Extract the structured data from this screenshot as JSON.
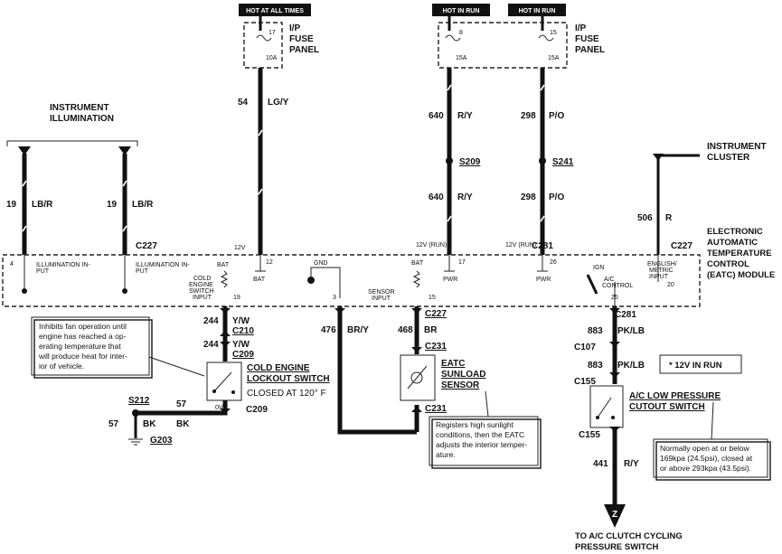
{
  "hot_labels": {
    "always": "HOT AT ALL TIMES",
    "run_left": "HOT IN RUN",
    "run_right": "HOT IN RUN"
  },
  "fuse_panels": {
    "left": {
      "title1": "I/P",
      "title2": "FUSE",
      "title3": "PANEL",
      "fuse_num": "17",
      "fuse_amp": "10A"
    },
    "right": {
      "title1": "I/P",
      "title2": "FUSE",
      "title3": "PANEL",
      "fuse_a_num": "8",
      "fuse_a_amp": "15A",
      "fuse_b_num": "15",
      "fuse_b_amp": "15A"
    }
  },
  "wires": {
    "w54_num": "54",
    "w54_color": "LG/Y",
    "w640a_num": "640",
    "w640a_color": "R/Y",
    "w298a_num": "298",
    "w298a_color": "P/O",
    "w640b_num": "640",
    "w640b_color": "R/Y",
    "w298b_num": "298",
    "w298b_color": "P/O",
    "w19a_num": "19",
    "w19a_color": "LB/R",
    "w19b_num": "19",
    "w19b_color": "LB/R",
    "w506_num": "506",
    "w506_color": "R",
    "w244a_num": "244",
    "w244a_color": "Y/W",
    "w244b_num": "244",
    "w244b_color": "Y/W",
    "w476_num": "476",
    "w476_color": "BR/Y",
    "w468_num": "468",
    "w468_color": "BR",
    "w883a_num": "883",
    "w883a_color": "PK/LB",
    "w883b_num": "883",
    "w883b_color": "PK/LB",
    "w441_num": "441",
    "w441_color": "R/Y",
    "w57a_num": "57",
    "w57a_color": "BK",
    "w57b_num": "57",
    "w57b_color": "BK"
  },
  "splices": {
    "s209": "S209",
    "s241": "S241",
    "s212": "S212"
  },
  "ground": "G203",
  "instrument_illumination": {
    "line1": "INSTRUMENT",
    "line2": "ILLUMINATION"
  },
  "instrument_cluster": {
    "line1": "INSTRUMENT",
    "line2": "CLUSTER"
  },
  "module": {
    "line1": "ELECTRONIC",
    "line2": "AUTOMATIC",
    "line3": "TEMPERATURE",
    "line4": "CONTROL",
    "line5": "(EATC) MODULE",
    "pin_illum1": "ILLUMINATION IN-",
    "pin_illum1b": "PUT",
    "pin_illum2": "ILLUMINATION IN-",
    "pin_illum2b": "PUT",
    "pin_bat1": "BAT",
    "pin_bat2": "BAT",
    "pin_bat3": "BAT",
    "pin_gnd": "GND",
    "pin_cold1": "COLD",
    "pin_cold2": "ENGINE",
    "pin_cold3": "SWITCH",
    "pin_cold4": "INPUT",
    "pin_sensor1": "SENSOR",
    "pin_sensor2": "INPUT",
    "pin_pwr1": "PWR",
    "pin_pwr2": "PWR",
    "pin_ign": "IGN",
    "pin_ac1": "A/C",
    "pin_ac2": "CONTROL",
    "pin_eng1": "ENGLISH/",
    "pin_eng2": "METRIC",
    "pin_eng3": "INPUT",
    "v12a": "12V",
    "v12b": "12V (RUN)",
    "v12c": "12V (RUN)",
    "n_12": "12",
    "n_19": "19",
    "n_3": "3",
    "n_15": "15",
    "n_17": "17",
    "n_26": "26",
    "n_25": "25",
    "n_20": "20",
    "n_4": "4"
  },
  "connectors": {
    "c227a": "C227",
    "c227b": "C227",
    "c227c": "C227",
    "c281a": "C281",
    "c281b": "C281",
    "c210": "C210",
    "c209a": "C209",
    "c209b": "C209",
    "c231a": "C231",
    "c231b": "C231",
    "c107": "C107",
    "c155a": "C155",
    "c155b": "C155"
  },
  "components": {
    "cold_engine": {
      "line1": "COLD ENGINE",
      "line2": "LOCKOUT SWITCH",
      "line3": "CLOSED AT 120° F",
      "zero_v": "0V"
    },
    "sunload": {
      "line1": "EATC",
      "line2": "SUNLOAD",
      "line3": "SENSOR"
    },
    "ac_cutout": {
      "line1": "A/C LOW PRESSURE",
      "line2": "CUTOUT SWITCH"
    }
  },
  "legend_box": "*  12V IN RUN",
  "notes": {
    "inhibit": [
      "Inhibits fan operation until",
      "engine has reached a op-",
      "erating temperature that",
      "will produce heat for inter-",
      "ior of vehicle."
    ],
    "sunlight": [
      "Registers high sunlight",
      "conditions, then the EATC",
      "adjusts the interior temper-",
      "ature."
    ],
    "pressure": [
      "Normally open at or below",
      "169kpa (24.5psi), closed at",
      "or above 293kpa (43.5psi)."
    ]
  },
  "destination": {
    "arrow_letter": "Z",
    "line1": "TO A/C CLUTCH CYCLING",
    "line2": "PRESSURE SWITCH"
  }
}
